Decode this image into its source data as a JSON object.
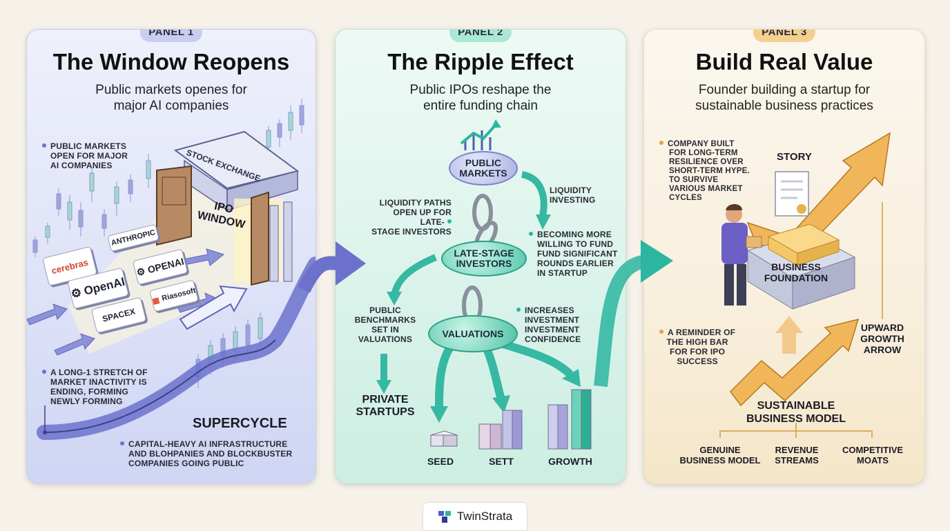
{
  "panel1": {
    "badge": "PANEL 1",
    "title": "The Window Reopens",
    "subtitle_line1": "Public markets openes for",
    "subtitle_line2": "major AI companies",
    "callout_top": [
      "PUBLIC MARKETS",
      "OPEN FOR MAJOR",
      "AI COMPANIES"
    ],
    "building_sign": "STOCK EXCHANGE",
    "window_label_line1": "IPO",
    "window_label_line2": "WINDOW",
    "logos": [
      "cerebras",
      "ANTHROPIC",
      "OpenAI",
      "OPENAI",
      "SPACEX",
      "Riasosoft"
    ],
    "callout_mid": [
      "A LONG-1 STRETCH OF",
      "MARKET INACTIVITY IS",
      "ENDING, FORMING",
      "NEWLY FORMING"
    ],
    "supercycle": "SUPERCYCLE",
    "callout_bottom": [
      "CAPITAL-HEAVY AI INFRASTRUCTURE",
      "AND BLOHPANIES AND BLOCKBUSTER",
      "COMPANIES GOING PUBLIC"
    ]
  },
  "panel2": {
    "badge": "PANEL 2",
    "title": "The Ripple Effect",
    "subtitle_line1": "Public IPOs reshape the",
    "subtitle_line2": "entire funding chain",
    "node_public": [
      "PUBLIC",
      "MARKETS"
    ],
    "node_late": [
      "LATE-STAGE",
      "INVESTORS"
    ],
    "node_val": "VALUATIONS",
    "callout_left1": [
      "LIQUIDITY PATHS",
      "OPEN UP FOR LATE-",
      "STAGE INVESTORS"
    ],
    "callout_right1": [
      "LIQUIDITY",
      "INVESTING"
    ],
    "callout_right2": [
      "BECOMING MORE",
      "WILLING TO FUND",
      "FUND SIGNIFICANT",
      "ROUNDS EARLIER",
      "IN STARTUP"
    ],
    "callout_left2": [
      "PUBLIC",
      "BENCHMARKS",
      "SET IN",
      "VALUATIONS"
    ],
    "callout_right3": [
      "INCREASES",
      "INVESTMENT",
      "INVESTMENT",
      "CONFIDENCE"
    ],
    "private_startups": [
      "PRIVATE",
      "STARTUPS"
    ],
    "stages": [
      "SEED",
      "SETT",
      "GROWTH"
    ]
  },
  "panel3": {
    "badge": "PANEL 3",
    "title": "Build Real Value",
    "subtitle_line1": "Founder building a startup for",
    "subtitle_line2": "sustainable business practices",
    "callout_top": [
      "COMPANY BUILT",
      "FOR LONG-TERM",
      "RESILIENCE OVER",
      "SHORT-TERM HYPE.",
      "TO SURVIVE",
      "VARIOUS MARKET",
      "CYCLES"
    ],
    "story": "STORY",
    "foundation": [
      "BUSINESS",
      "FOUNDATION"
    ],
    "callout_mid": [
      "A REMINDER OF",
      "THE HIGH BAR",
      "FOR FOR IPO",
      "SUCCESS"
    ],
    "upward_arrow": [
      "UPWARD",
      "GROWTH",
      "ARROW"
    ],
    "sustainable": [
      "SUSTAINABLE",
      "BUSINESS MODEL"
    ],
    "pillars": [
      [
        "GENUINE",
        "BUSINESS MODEL"
      ],
      [
        "REVENUE",
        "STREAMS"
      ],
      [
        "COMPETITIVE",
        "MOATS"
      ]
    ]
  },
  "footer": {
    "brand": "TwinStrata"
  },
  "colors": {
    "panel1": "#dfe3f8",
    "panel2": "#d9f3ea",
    "panel3": "#f8efdd",
    "badge1": "#c9cdf0",
    "badge2": "#a9e8d4",
    "badge3": "#f4d08e",
    "arrow_blue": "#6c72cc",
    "arrow_teal": "#2cb5a0",
    "arrow_gold": "#e0a544"
  }
}
